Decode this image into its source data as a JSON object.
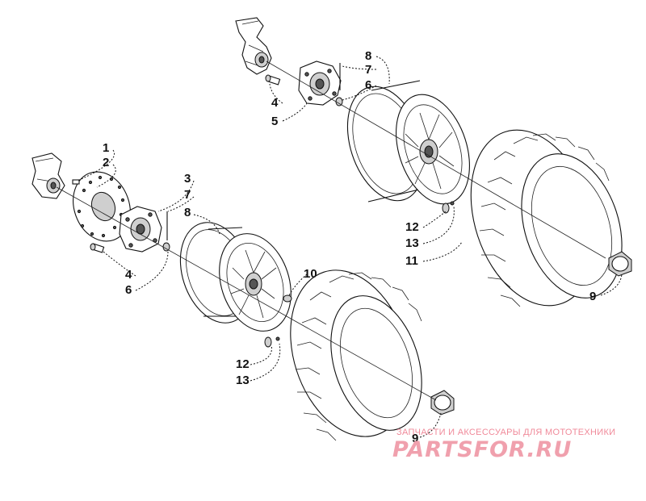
{
  "callouts": {
    "c1": "1",
    "c2": "2",
    "c3": "3",
    "c7a": "7",
    "c8a": "8",
    "c4a": "4",
    "c6a": "6",
    "c10": "10",
    "c12a": "12",
    "c13a": "13",
    "c9a": "9",
    "c8b": "8",
    "c7b": "7",
    "c6b": "6",
    "c4b": "4",
    "c5": "5",
    "c12b": "12",
    "c13b": "13",
    "c11": "11",
    "c9b": "9"
  },
  "watermark": {
    "tagline": "ЗАПЧАСТИ И АКСЕССУАРЫ ДЛЯ МОТОТЕХНИКИ",
    "logo": "PARTSFOR.RU"
  }
}
